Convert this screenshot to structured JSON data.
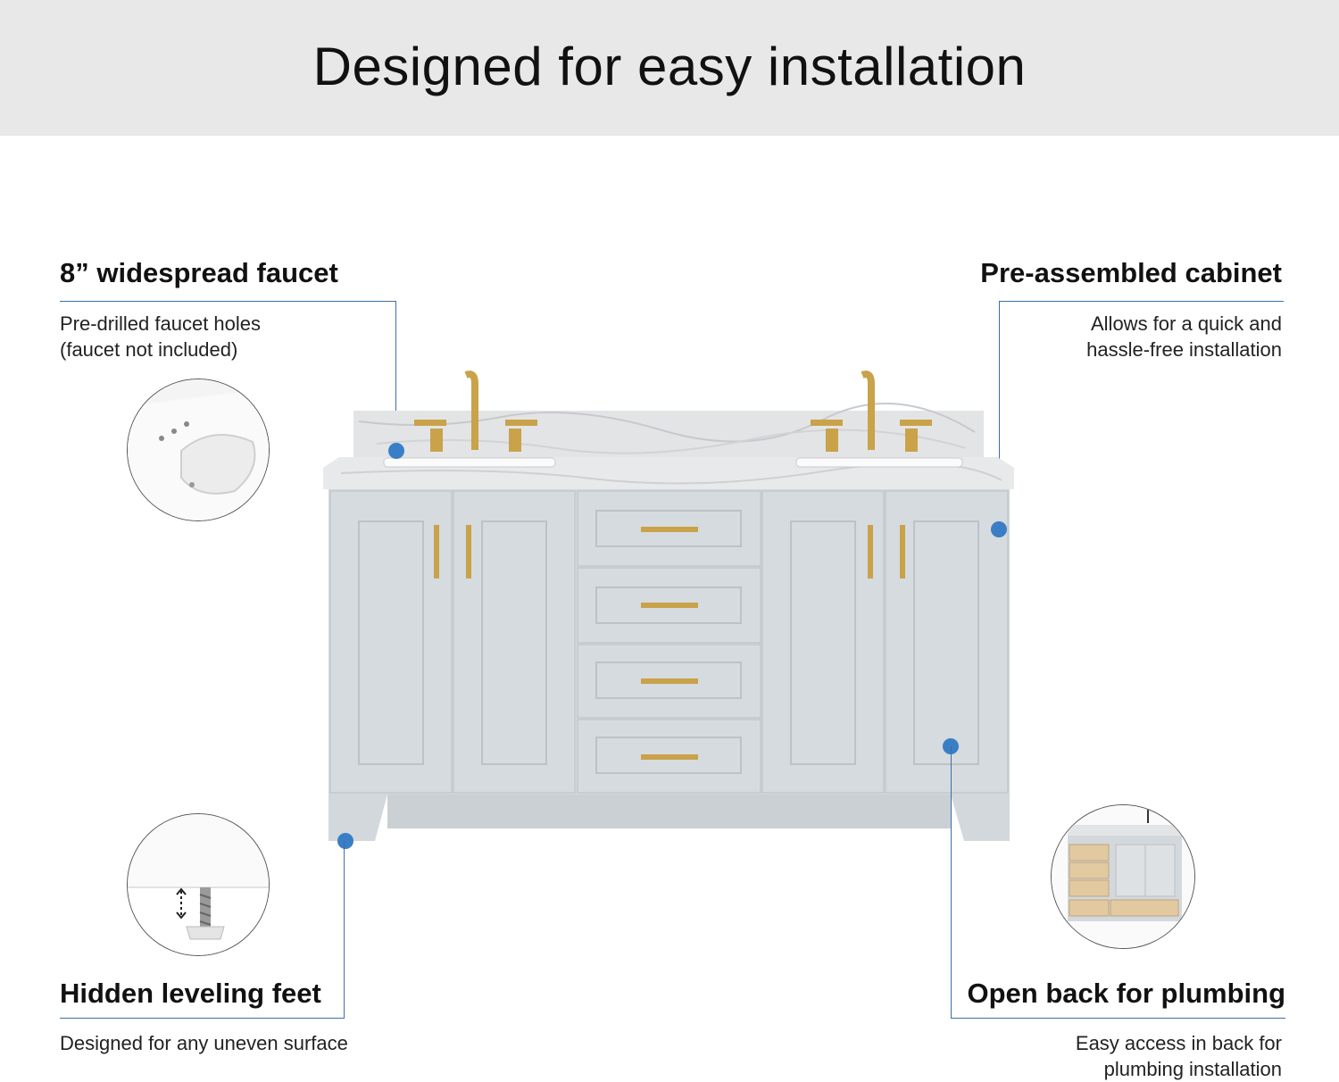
{
  "header": {
    "title": "Designed for easy installation"
  },
  "features": {
    "faucet": {
      "title": "8” widespread faucet",
      "desc": "Pre-drilled faucet holes\n(faucet not included)"
    },
    "cabinet": {
      "title": "Pre-assembled cabinet",
      "desc": "Allows for  a quick and\nhassle-free installation"
    },
    "feet": {
      "title": "Hidden leveling feet",
      "desc": "Designed for any uneven surface"
    },
    "plumbing": {
      "title": "Open back for plumbing",
      "desc": "Easy access in back for\nplumbing installation"
    }
  },
  "colors": {
    "banner": "#e8e8e8",
    "accent_line": "#3b6fa8",
    "dot": "#3a7ec6",
    "cabinet": "#d3d8dc",
    "hardware": "#c9a24a",
    "marble": "#e6e7e8"
  },
  "icons": [
    "sink-detail-icon",
    "leveling-foot-icon",
    "open-back-icon"
  ]
}
